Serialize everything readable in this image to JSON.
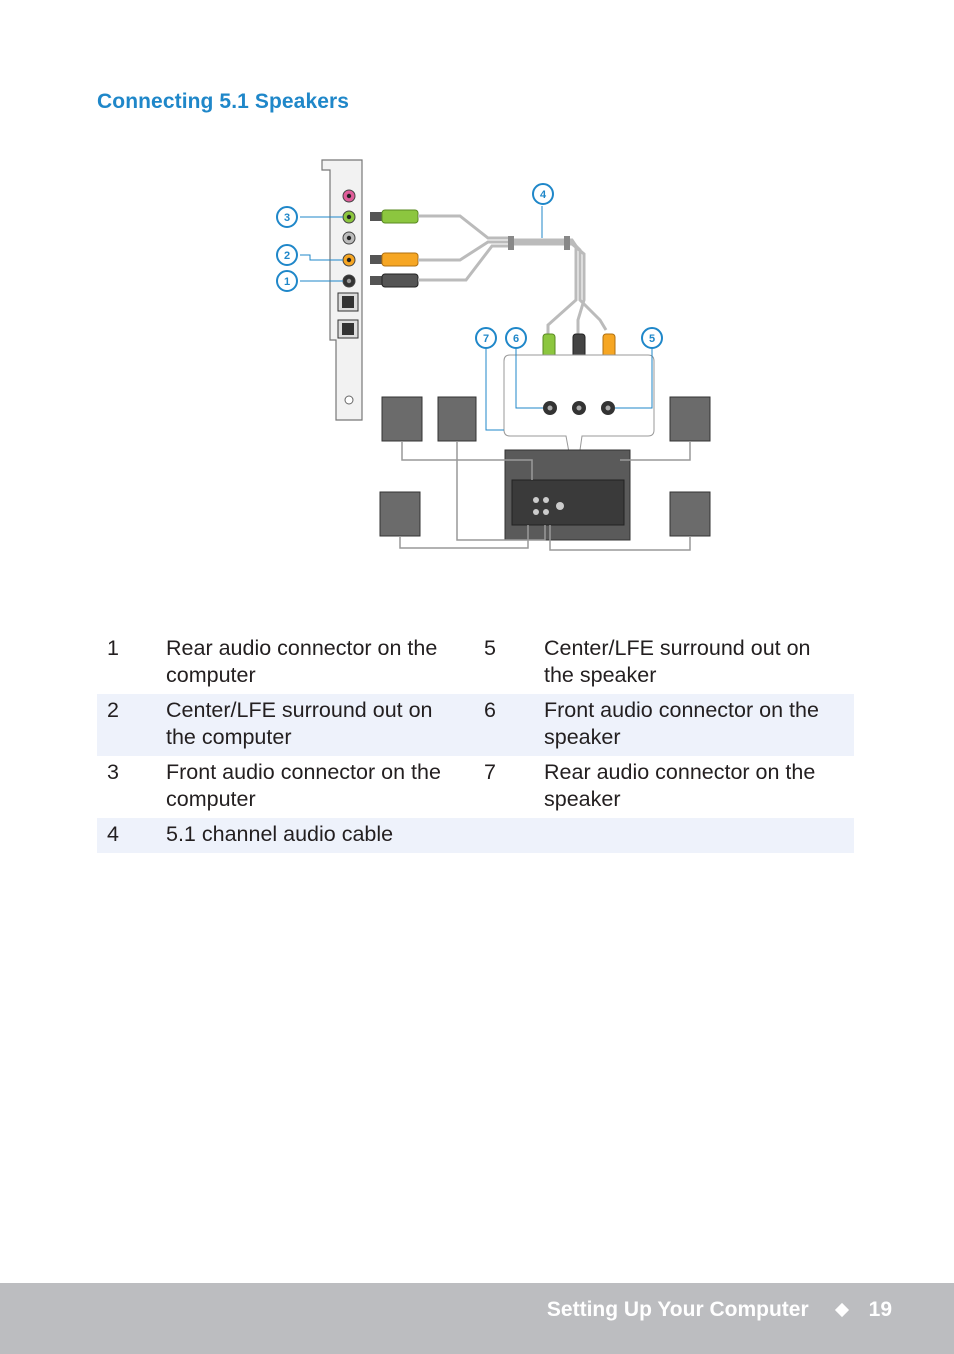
{
  "section": {
    "title": "Connecting 5.1 Speakers"
  },
  "diagram": {
    "callouts": [
      "1",
      "2",
      "3",
      "4",
      "5",
      "6",
      "7"
    ],
    "colors": {
      "green": "#8cc63f",
      "orange": "#f6a623",
      "black": "#333333",
      "pink": "#e05d9a",
      "callout": "#1f87c9"
    }
  },
  "legend": {
    "rows": [
      {
        "n1": "1",
        "t1": "Rear audio connector on the computer",
        "n2": "5",
        "t2": "Center/LFE surround out on the speaker"
      },
      {
        "n1": "2",
        "t1": "Center/LFE surround out on the computer",
        "n2": "6",
        "t2": "Front audio connector on the speaker"
      },
      {
        "n1": "3",
        "t1": "Front audio connector on the computer",
        "n2": "7",
        "t2": "Rear audio connector on the speaker"
      },
      {
        "n1": "4",
        "t1": "5.1 channel audio cable",
        "n2": "",
        "t2": ""
      }
    ]
  },
  "footer": {
    "section": "Setting Up Your Computer",
    "page": "19"
  }
}
